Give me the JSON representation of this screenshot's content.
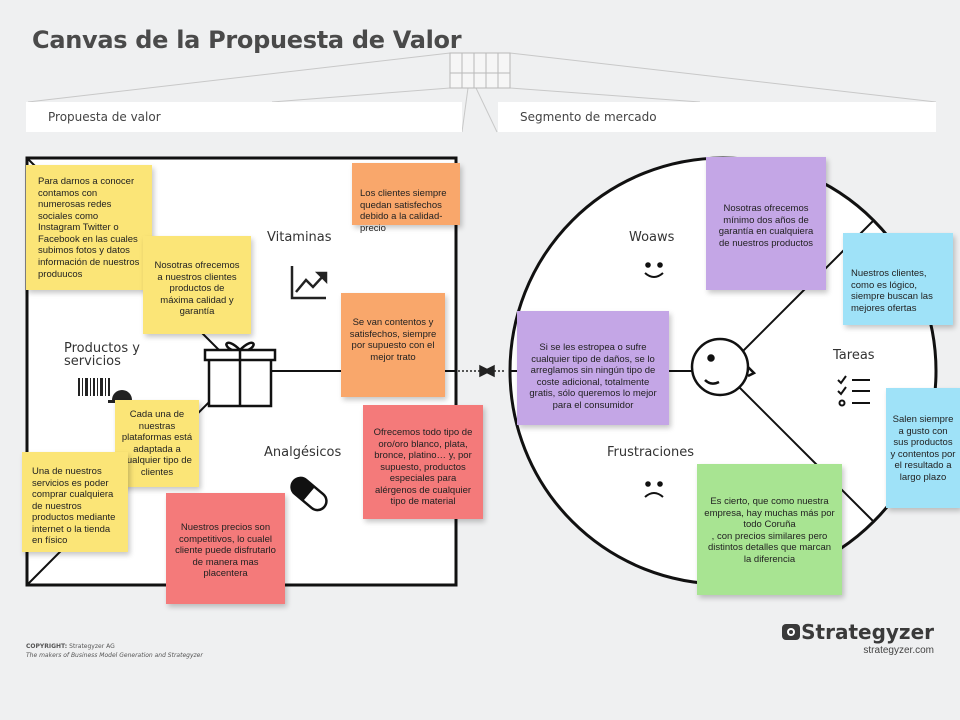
{
  "title": "Canvas de la Propuesta de Valor",
  "sections": {
    "left": "Propuesta de valor",
    "right": "Segmento de mercado"
  },
  "value_map": {
    "products": "Productos y servicios",
    "gains": "Vitaminas",
    "pains": "Analgésicos"
  },
  "customer": {
    "gains": "Woaws",
    "jobs": "Tareas",
    "pains": "Frustraciones"
  },
  "notes": {
    "n1": "Para darnos a conocer contamos con numerosas redes sociales como Instagram Twitter o Facebook en las cuales subimos fotos y datos información de nuestros produucos",
    "n2": "Nosotras ofrecemos a nuestros clientes productos de máxima calidad y garantía",
    "n3": "Los clientes siempre quedan satisfechos debido a la calidad-precio",
    "n4": "Se van contentos y satisfechos, siempre por supuesto con el mejor trato",
    "n5": "Cada una de nuestras plataformas está adaptada a cualquier tipo de clientes",
    "n6": "Una de nuestros servicios es poder comprar cualquiera de nuestros productos mediante internet o la tienda en físico",
    "n7": "Ofrecemos todo tipo de oro/oro  blanco, plata, bronce, platino… y, por supuesto, productos especiales para alérgenos de cualquier tipo de material",
    "n8": "Nuestros precios son competitivos, lo cualel cliente puede disfrutarlo de manera mas placentera",
    "n9": "Nosotras ofrecemos mínimo dos años de garantía en cualquiera de nuestros productos",
    "n10": "Nuestros clientes, como es lógico, siempre buscan las mejores ofertas",
    "n11": "Si se les estropea o sufre cualquier tipo de daños, se lo arreglamos sin ningún tipo de coste adicional, totalmente gratis, sólo queremos lo mejor para el consumidor",
    "n12": "Salen siempre a gusto con sus productos y contentos por el resultado a largo plazo",
    "n13": "Es cierto, que como nuestra empresa, hay  muchas más por todo Coruña\n, con precios similares pero distintos detalles que marcan la diferencia"
  },
  "footer": {
    "copyright_label": "COPYRIGHT:",
    "copyright_owner": "Strategyzer AG",
    "copyright_tagline": "The makers of Business Model Generation and Strategyzer",
    "brand": "Strategyzer",
    "url": "strategyzer.com"
  },
  "colors": {
    "yellow": "#fbe577",
    "orange": "#f9a76b",
    "red": "#f47a7a",
    "purple": "#c4a6e6",
    "blue": "#9fe2f8",
    "green": "#a8e492"
  }
}
